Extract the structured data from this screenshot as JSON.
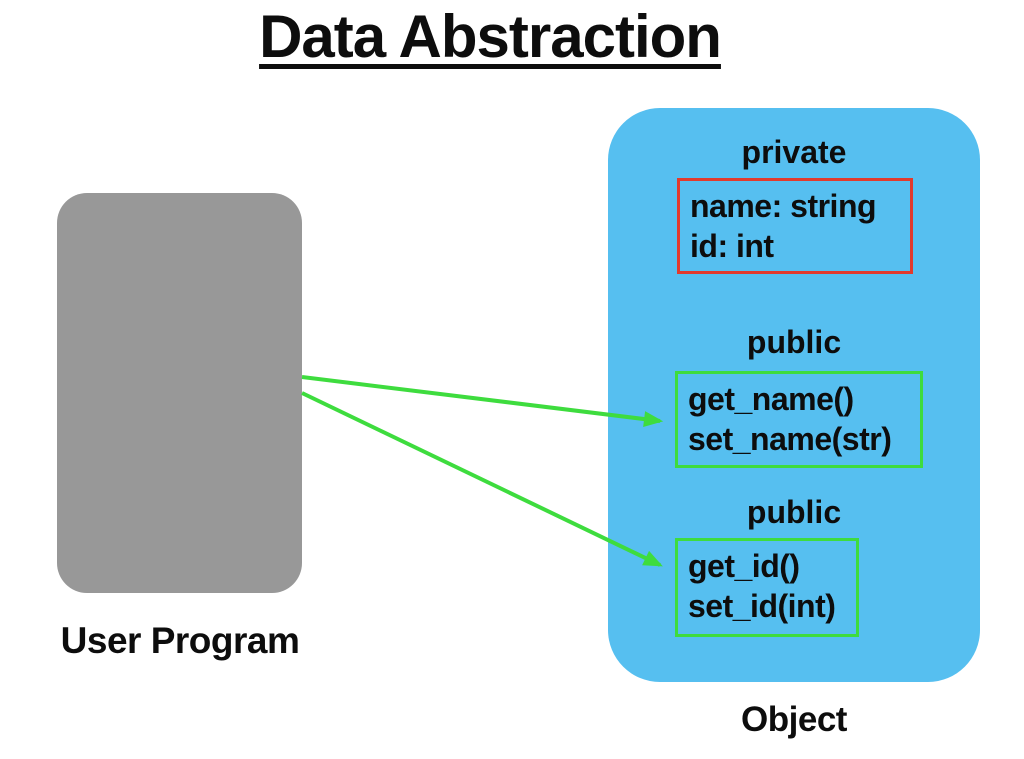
{
  "title": "Data Abstraction",
  "colors": {
    "object_fill": "#56BFF0",
    "user_program_fill": "#989898",
    "accent_green": "#3EDC3E",
    "accent_red": "#E23A2D",
    "text": "#0d0d0d",
    "bg": "#ffffff"
  },
  "user_program": {
    "label": "User Program"
  },
  "object": {
    "label": "Object",
    "sections": [
      {
        "access": "private",
        "border_color": "#E23A2D",
        "members": [
          "name: string",
          "id: int"
        ]
      },
      {
        "access": "public",
        "border_color": "#3EDC3E",
        "members": [
          "get_name()",
          "set_name(str)"
        ]
      },
      {
        "access": "public",
        "border_color": "#3EDC3E",
        "members": [
          "get_id()",
          "set_id(int)"
        ]
      }
    ]
  },
  "arrows": [
    {
      "from": "User Program",
      "to": "get_name()/set_name(str)",
      "color": "#3EDC3E"
    },
    {
      "from": "User Program",
      "to": "get_id()/set_id(int)",
      "color": "#3EDC3E"
    }
  ]
}
